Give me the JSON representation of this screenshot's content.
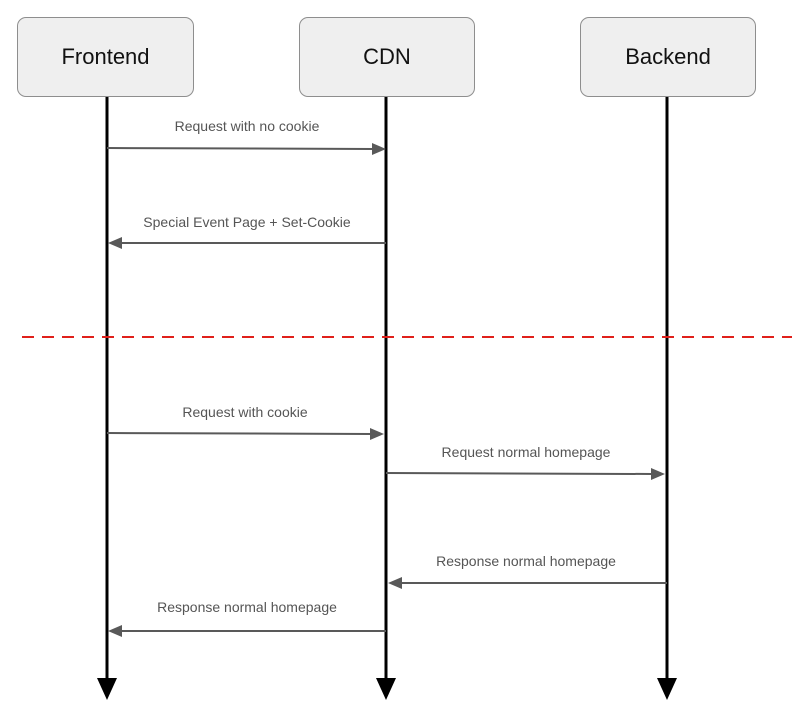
{
  "actors": {
    "frontend": "Frontend",
    "cdn": "CDN",
    "backend": "Backend"
  },
  "messages": [
    {
      "label": "Request with no cookie",
      "from": "Frontend",
      "to": "CDN"
    },
    {
      "label": "Special Event Page + Set-Cookie",
      "from": "CDN",
      "to": "Frontend"
    },
    {
      "label": "Request with cookie",
      "from": "Frontend",
      "to": "CDN"
    },
    {
      "label": "Request normal homepage",
      "from": "CDN",
      "to": "Backend"
    },
    {
      "label": "Response normal homepage",
      "from": "Backend",
      "to": "CDN"
    },
    {
      "label": "Response normal homepage",
      "from": "CDN",
      "to": "Frontend"
    }
  ],
  "colors": {
    "lifeline": "#000000",
    "message": "#595959",
    "separator": "#e0201b",
    "actor_fill": "#efefef",
    "actor_border": "#8e8e8e"
  }
}
